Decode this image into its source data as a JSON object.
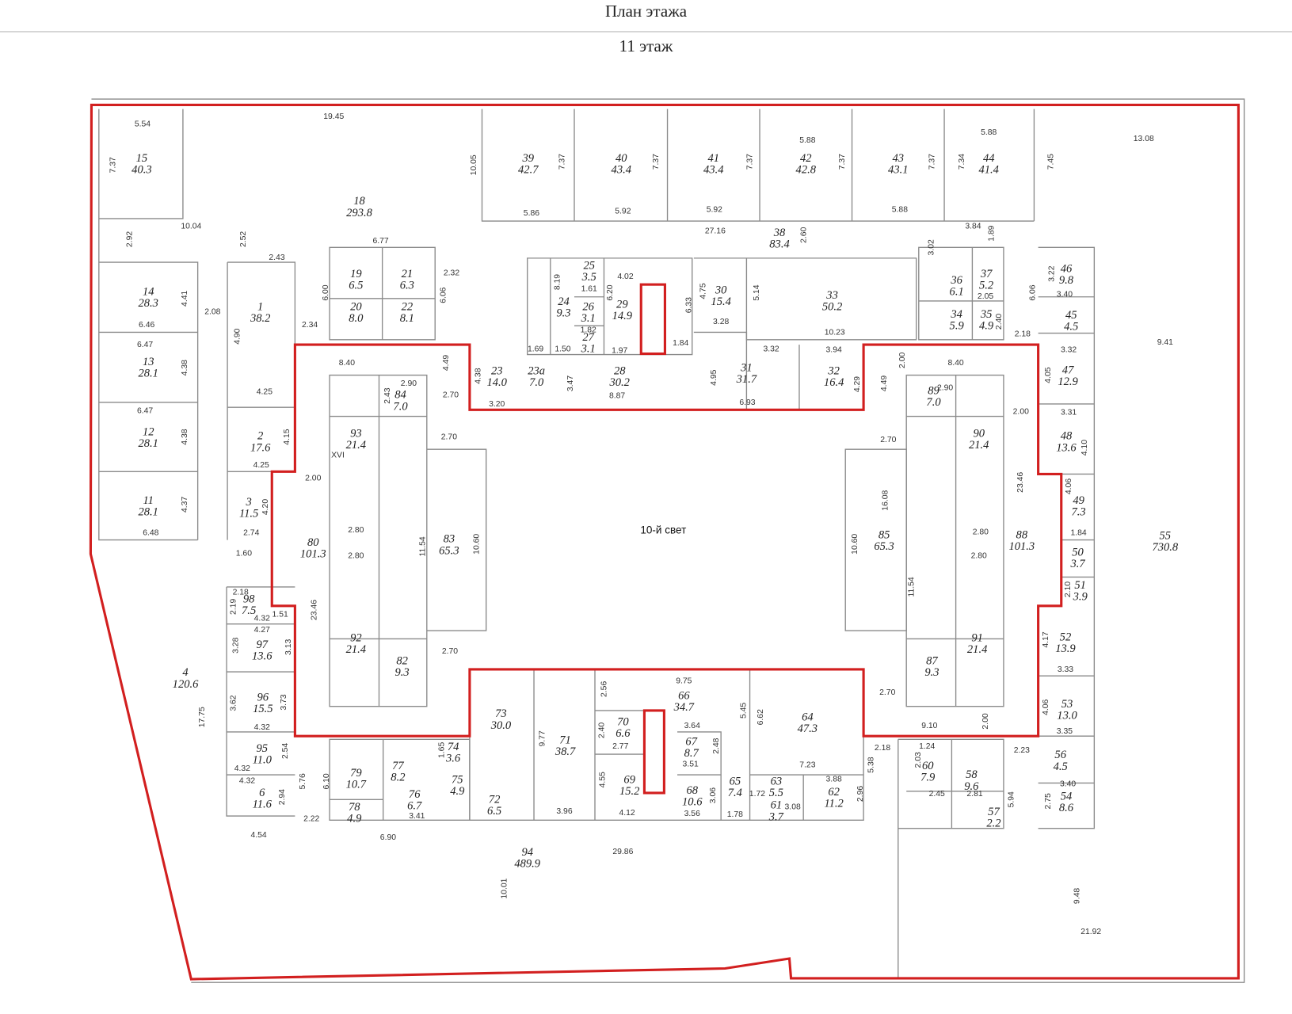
{
  "header": {
    "title": "План  этажа",
    "floor": "11 этаж"
  },
  "plan": {
    "center_label": "10-й свет",
    "stair_label": "XVI",
    "colors": {
      "boundary": "#d21f1f",
      "walls": "#8a8a8a",
      "text": "#222222"
    },
    "rooms": [
      {
        "n": "15",
        "a": "40.3"
      },
      {
        "n": "18",
        "a": "293.8"
      },
      {
        "n": "39",
        "a": "42.7"
      },
      {
        "n": "40",
        "a": "43.4"
      },
      {
        "n": "41",
        "a": "43.4"
      },
      {
        "n": "42",
        "a": "42.8"
      },
      {
        "n": "43",
        "a": "43.1"
      },
      {
        "n": "44",
        "a": "41.4"
      },
      {
        "n": "38",
        "a": "83.4"
      },
      {
        "n": "14",
        "a": "28.3"
      },
      {
        "n": "1",
        "a": "38.2"
      },
      {
        "n": "19",
        "a": "6.5"
      },
      {
        "n": "21",
        "a": "6.3"
      },
      {
        "n": "20",
        "a": "8.0"
      },
      {
        "n": "22",
        "a": "8.1"
      },
      {
        "n": "25",
        "a": "3.5"
      },
      {
        "n": "24",
        "a": "9.3"
      },
      {
        "n": "26",
        "a": "3.1"
      },
      {
        "n": "29",
        "a": "14.9"
      },
      {
        "n": "27",
        "a": "3.1"
      },
      {
        "n": "30",
        "a": "15.4"
      },
      {
        "n": "33",
        "a": "50.2"
      },
      {
        "n": "36",
        "a": "6.1"
      },
      {
        "n": "37",
        "a": "5.2"
      },
      {
        "n": "46",
        "a": "9.8"
      },
      {
        "n": "34",
        "a": "5.9"
      },
      {
        "n": "35",
        "a": "4.9"
      },
      {
        "n": "45",
        "a": "4.5"
      },
      {
        "n": "13",
        "a": "28.1"
      },
      {
        "n": "23",
        "a": "14.0"
      },
      {
        "n": "23а",
        "a": "7.0"
      },
      {
        "n": "28",
        "a": "30.2"
      },
      {
        "n": "31",
        "a": "31.7"
      },
      {
        "n": "32",
        "a": "16.4"
      },
      {
        "n": "84",
        "a": "7.0"
      },
      {
        "n": "89",
        "a": "7.0"
      },
      {
        "n": "47",
        "a": "12.9"
      },
      {
        "n": "12",
        "a": "28.1"
      },
      {
        "n": "2",
        "a": "17.6"
      },
      {
        "n": "93",
        "a": "21.4"
      },
      {
        "n": "90",
        "a": "21.4"
      },
      {
        "n": "48",
        "a": "13.6"
      },
      {
        "n": "11",
        "a": "28.1"
      },
      {
        "n": "3",
        "a": "11.5"
      },
      {
        "n": "83",
        "a": "65.3"
      },
      {
        "n": "85",
        "a": "65.3"
      },
      {
        "n": "80",
        "a": "101.3"
      },
      {
        "n": "88",
        "a": "101.3"
      },
      {
        "n": "49",
        "a": "7.3"
      },
      {
        "n": "50",
        "a": "3.7"
      },
      {
        "n": "51",
        "a": "3.9"
      },
      {
        "n": "55",
        "a": "730.8"
      },
      {
        "n": "98",
        "a": "7.5"
      },
      {
        "n": "97",
        "a": "13.6"
      },
      {
        "n": "92",
        "a": "21.4"
      },
      {
        "n": "82",
        "a": "9.3"
      },
      {
        "n": "91",
        "a": "21.4"
      },
      {
        "n": "87",
        "a": "9.3"
      },
      {
        "n": "52",
        "a": "13.9"
      },
      {
        "n": "4",
        "a": "120.6"
      },
      {
        "n": "96",
        "a": "15.5"
      },
      {
        "n": "66",
        "a": "34.7"
      },
      {
        "n": "73",
        "a": "30.0"
      },
      {
        "n": "64",
        "a": "47.3"
      },
      {
        "n": "53",
        "a": "13.0"
      },
      {
        "n": "70",
        "a": "6.6"
      },
      {
        "n": "67",
        "a": "8.7"
      },
      {
        "n": "71",
        "a": "38.7"
      },
      {
        "n": "95",
        "a": "11.0"
      },
      {
        "n": "74",
        "a": "3.6"
      },
      {
        "n": "77",
        "a": "8.2"
      },
      {
        "n": "79",
        "a": "10.7"
      },
      {
        "n": "75",
        "a": "4.9"
      },
      {
        "n": "69",
        "a": "15.2"
      },
      {
        "n": "60",
        "a": "7.9"
      },
      {
        "n": "56",
        "a": "4.5"
      },
      {
        "n": "65",
        "a": "7.4"
      },
      {
        "n": "63",
        "a": "5.5"
      },
      {
        "n": "68",
        "a": "10.6"
      },
      {
        "n": "62",
        "a": "11.2"
      },
      {
        "n": "58",
        "a": "9.6"
      },
      {
        "n": "54",
        "a": "8.6"
      },
      {
        "n": "6",
        "a": "11.6"
      },
      {
        "n": "76",
        "a": "6.7"
      },
      {
        "n": "72",
        "a": "6.5"
      },
      {
        "n": "78",
        "a": "4.9"
      },
      {
        "n": "61",
        "a": "3.7"
      },
      {
        "n": "57",
        "a": "2.2"
      },
      {
        "n": "94",
        "a": "489.9"
      }
    ],
    "dimensions": [
      "5.54",
      "19.45",
      "7.37",
      "10.05",
      "7.37",
      "7.37",
      "7.37",
      "7.37",
      "7.37",
      "7.34",
      "7.45",
      "5.88",
      "5.88",
      "13.08",
      "10.04",
      "5.86",
      "5.92",
      "5.92",
      "5.88",
      "27.16",
      "2.60",
      "3.84",
      "1.89",
      "2.92",
      "2.52",
      "6.77",
      "2.43",
      "3.02",
      "3.22",
      "3.40",
      "6.06",
      "9.41",
      "2.32",
      "6.00",
      "6.06",
      "4.41",
      "2.08",
      "6.46",
      "2.34",
      "4.90",
      "6.47",
      "4.38",
      "8.40",
      "4.49",
      "8.19",
      "4.02",
      "1.61",
      "6.20",
      "1.82",
      "1.50",
      "1.97",
      "1.84",
      "6.33",
      "4.75",
      "3.28",
      "5.14",
      "10.23",
      "3.32",
      "3.94",
      "2.05",
      "2.40",
      "2.18",
      "3.32",
      "2.00",
      "8.40",
      "4.05",
      "3.31",
      "1.69",
      "4.38",
      "3.20",
      "3.47",
      "8.87",
      "4.95",
      "6.93",
      "4.29",
      "4.49",
      "2.90",
      "2.43",
      "2.70",
      "6.47",
      "4.25",
      "2.90",
      "2.00",
      "2.70",
      "4.15",
      "4.38",
      "4.25",
      "2.70",
      "4.10",
      "2.00",
      "23.46",
      "16.08",
      "4.06",
      "4.37",
      "4.20",
      "2.74",
      "6.48",
      "1.60",
      "2.80",
      "11.54",
      "10.60",
      "10.60",
      "2.80",
      "1.84",
      "2.80",
      "2.80",
      "23.46",
      "11.54",
      "2.10",
      "2.18",
      "2.19",
      "4.32",
      "1.51",
      "4.27",
      "3.28",
      "3.13",
      "2.70",
      "4.17",
      "3.33",
      "9.75",
      "2.56",
      "3.62",
      "3.73",
      "4.32",
      "2.70",
      "4.06",
      "17.75",
      "6.62",
      "5.45",
      "3.64",
      "2.40",
      "2.77",
      "2.48",
      "3.51",
      "9.77",
      "9.10",
      "2.00",
      "3.35",
      "2.18",
      "1.24",
      "2.23",
      "2.54",
      "4.32",
      "4.32",
      "1.65",
      "7.23",
      "3.88",
      "4.55",
      "3.06",
      "5.76",
      "6.10",
      "2.96",
      "5.38",
      "1.72",
      "2.94",
      "3.41",
      "2.22",
      "1.78",
      "3.56",
      "4.12",
      "3.96",
      "3.08",
      "2.45",
      "2.81",
      "3.40",
      "2.75",
      "5.94",
      "2.03",
      "4.54",
      "6.90",
      "29.86",
      "10.01",
      "9.48",
      "21.92"
    ]
  }
}
